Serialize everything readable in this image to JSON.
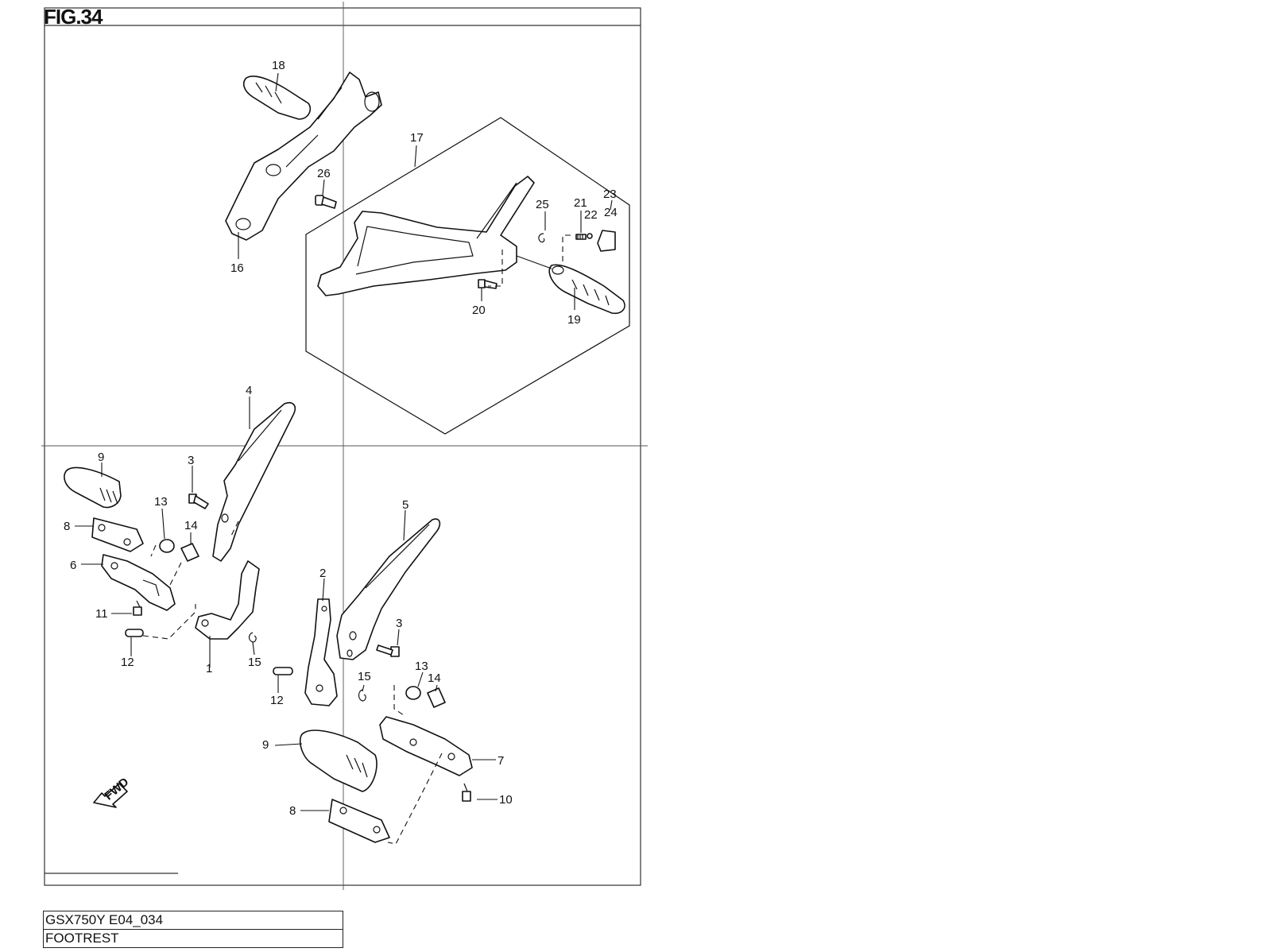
{
  "figure": {
    "title": "FIG.34"
  },
  "callouts": [
    {
      "id": "c18a",
      "text": "18"
    },
    {
      "id": "c17a",
      "text": "17"
    },
    {
      "id": "c26a",
      "text": "26"
    },
    {
      "id": "c25a",
      "text": "25"
    },
    {
      "id": "c21a",
      "text": "21"
    },
    {
      "id": "c23a",
      "text": "23"
    },
    {
      "id": "c22a",
      "text": "22"
    },
    {
      "id": "c24a",
      "text": "24"
    },
    {
      "id": "c16a",
      "text": "16"
    },
    {
      "id": "c20a",
      "text": "20"
    },
    {
      "id": "c19a",
      "text": "19"
    },
    {
      "id": "c4a",
      "text": "4"
    },
    {
      "id": "c9a",
      "text": "9"
    },
    {
      "id": "c3a",
      "text": "3"
    },
    {
      "id": "c13a",
      "text": "13"
    },
    {
      "id": "c14a",
      "text": "14"
    },
    {
      "id": "c8a",
      "text": "8"
    },
    {
      "id": "c6a",
      "text": "6"
    },
    {
      "id": "c11a",
      "text": "11"
    },
    {
      "id": "c12a",
      "text": "12"
    },
    {
      "id": "c1a",
      "text": "1"
    },
    {
      "id": "c15a",
      "text": "15"
    },
    {
      "id": "c5a",
      "text": "5"
    },
    {
      "id": "c2a",
      "text": "2"
    },
    {
      "id": "c3b",
      "text": "3"
    },
    {
      "id": "c13b",
      "text": "13"
    },
    {
      "id": "c14b",
      "text": "14"
    },
    {
      "id": "c15b",
      "text": "15"
    },
    {
      "id": "c12b",
      "text": "12"
    },
    {
      "id": "c9b",
      "text": "9"
    },
    {
      "id": "c7a",
      "text": "7"
    },
    {
      "id": "c10a",
      "text": "10"
    },
    {
      "id": "c8b",
      "text": "8"
    }
  ],
  "forward_arrow": {
    "label": "FWD"
  },
  "info": {
    "model_code": "GSX750Y E04_034",
    "section_name": "FOOTREST"
  }
}
